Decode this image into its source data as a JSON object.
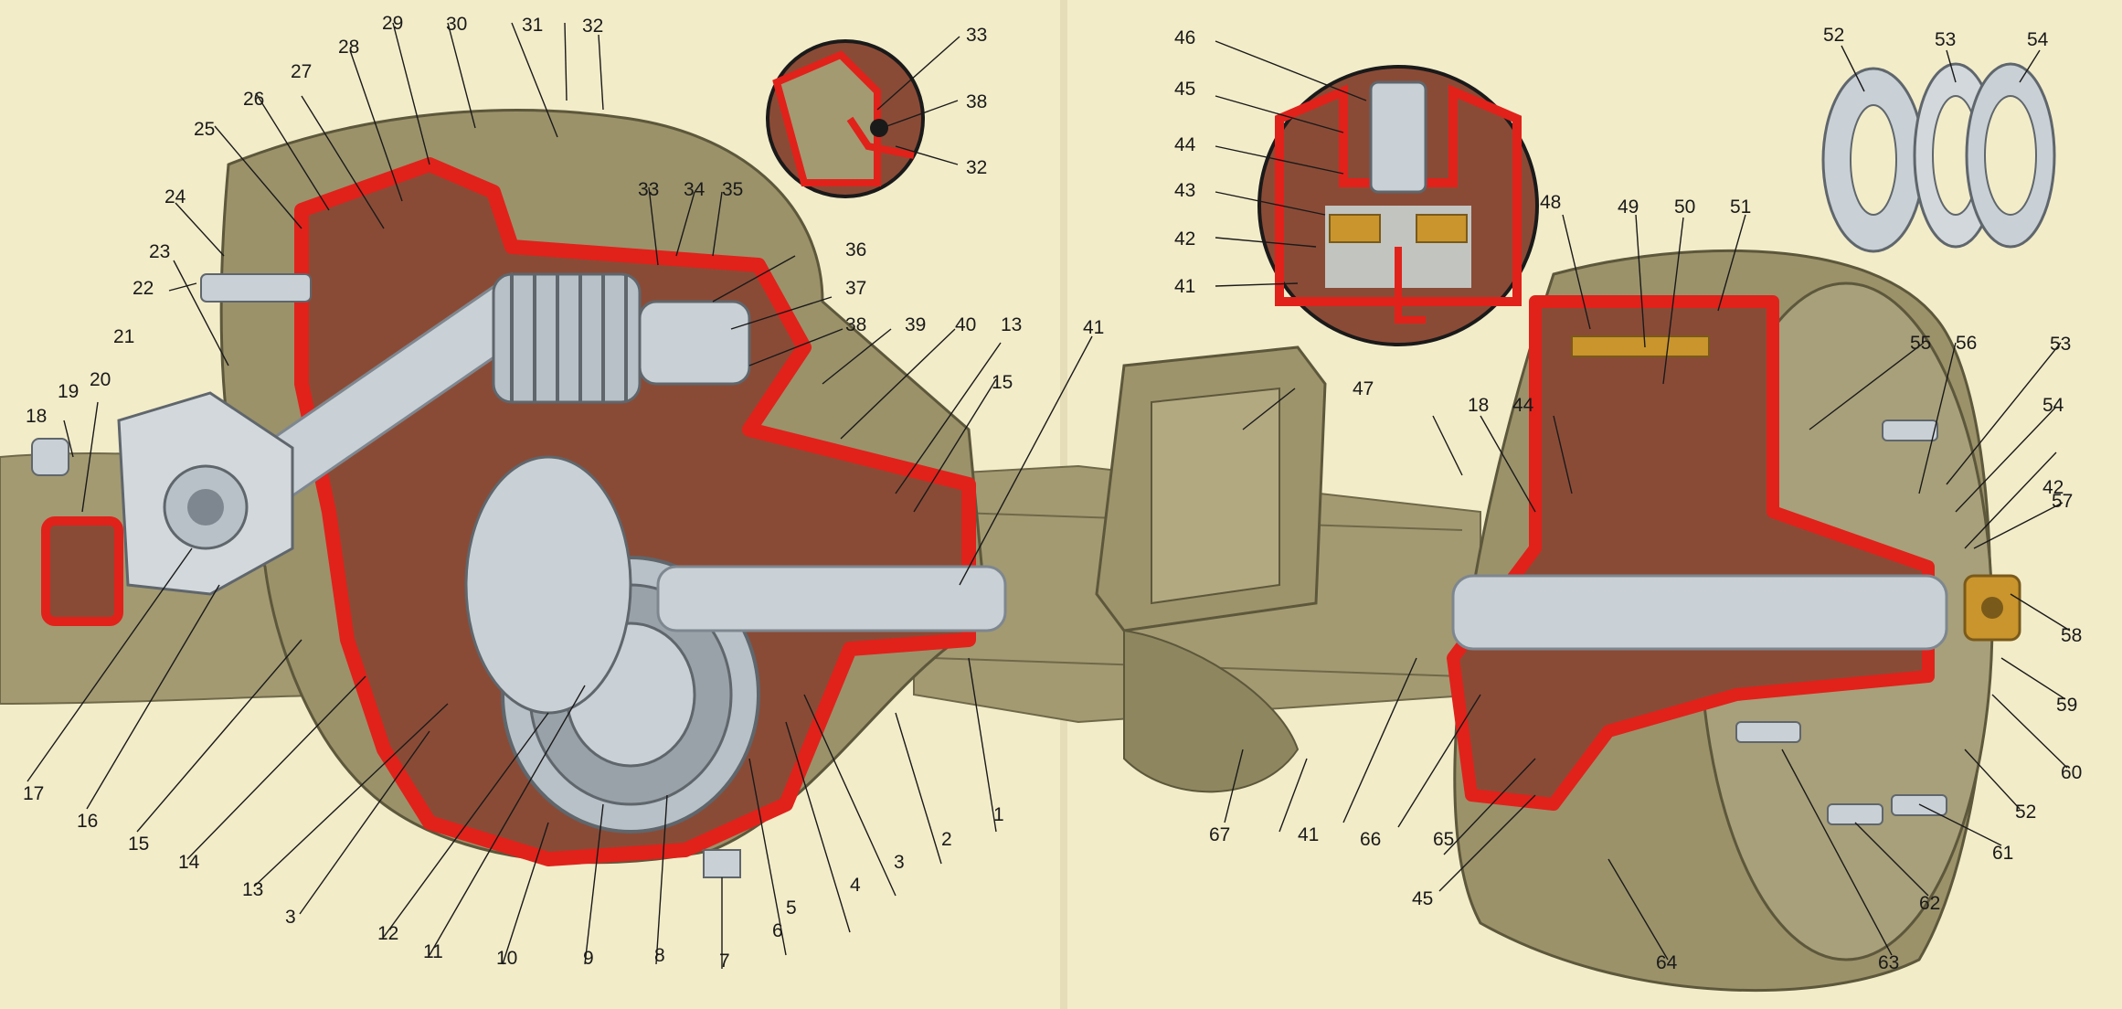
{
  "colors": {
    "background": "#f2ecc9",
    "housing": "#a39a72",
    "housing_dark": "#6f6849",
    "cutaway": "#e0221b",
    "interior": "#8a4b36",
    "steel": "#c9d0d6",
    "steel_dark": "#7e878f",
    "brass": "#c9952c"
  },
  "labels": {
    "c1": "1",
    "c2": "2",
    "c3": "3",
    "c3b": "3",
    "c4": "4",
    "c5": "5",
    "c6": "6",
    "c7": "7",
    "c8": "8",
    "c9": "9",
    "c10": "10",
    "c11": "11",
    "c12": "12",
    "c13": "13",
    "c13b": "13",
    "c14": "14",
    "c15": "15",
    "c15b": "15",
    "c16": "16",
    "c17": "17",
    "c18": "18",
    "c18b": "18",
    "c19": "19",
    "c20": "20",
    "c21": "21",
    "c22": "22",
    "c23": "23",
    "c24": "24",
    "c25": "25",
    "c26": "26",
    "c27": "27",
    "c28": "28",
    "c29": "29",
    "c30": "30",
    "c31": "31",
    "c32": "32",
    "c32b": "32",
    "c33": "33",
    "c33b": "33",
    "c34": "34",
    "c35": "35",
    "c36": "36",
    "c37": "37",
    "c38": "38",
    "c38b": "38",
    "c39": "39",
    "c40": "40",
    "c41": "41",
    "c41b": "41",
    "c41c": "41",
    "c42": "42",
    "c42b": "42",
    "c43": "43",
    "c44": "44",
    "c44b": "44",
    "c45": "45",
    "c45b": "45",
    "c46": "46",
    "c47": "47",
    "c48": "48",
    "c49": "49",
    "c50": "50",
    "c51": "51",
    "c52": "52",
    "c52b": "52",
    "c53": "53",
    "c53b": "53",
    "c54": "54",
    "c54b": "54",
    "c55": "55",
    "c56": "56",
    "c57": "57",
    "c58": "58",
    "c59": "59",
    "c60": "60",
    "c61": "61",
    "c62": "62",
    "c63": "63",
    "c64": "64",
    "c65": "65",
    "c66": "66",
    "c67": "67"
  }
}
